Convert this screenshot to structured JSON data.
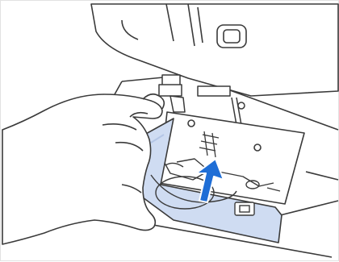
{
  "illustration": {
    "subject": "sewing-machine-bobbin-cover-removal",
    "colors": {
      "line": "#3a3a3a",
      "cover_fill": "#cfdcf2",
      "cover_edge": "#b4c6e6",
      "arrow": "#1f6ed6",
      "background": "#ffffff"
    },
    "icons": [
      "hand",
      "needle-plate",
      "bobbin-cover",
      "upward-arrow"
    ]
  }
}
